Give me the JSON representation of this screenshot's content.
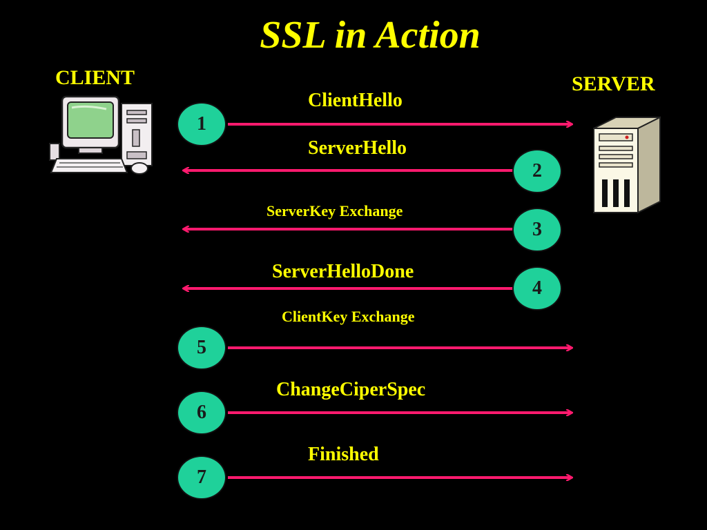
{
  "title": "SSL in Action",
  "client_label": "CLIENT",
  "server_label": "SERVER",
  "colors": {
    "background": "#000000",
    "text": "#ffff00",
    "arrow": "#ff1a6e",
    "step_circle": "#1fd19a"
  },
  "icons": {
    "client": "desktop-computer-icon",
    "server": "server-tower-icon"
  },
  "messages": [
    {
      "step": "1",
      "label": "ClientHello",
      "direction": "client-to-server"
    },
    {
      "step": "2",
      "label": "ServerHello",
      "direction": "server-to-client"
    },
    {
      "step": "3",
      "label": "ServerKey Exchange",
      "direction": "server-to-client"
    },
    {
      "step": "4",
      "label": "ServerHelloDone",
      "direction": "server-to-client"
    },
    {
      "step": "5",
      "label": "ClientKey Exchange",
      "direction": "client-to-server"
    },
    {
      "step": "6",
      "label": "ChangeCiperSpec",
      "direction": "client-to-server"
    },
    {
      "step": "7",
      "label": "Finished",
      "direction": "client-to-server"
    }
  ]
}
